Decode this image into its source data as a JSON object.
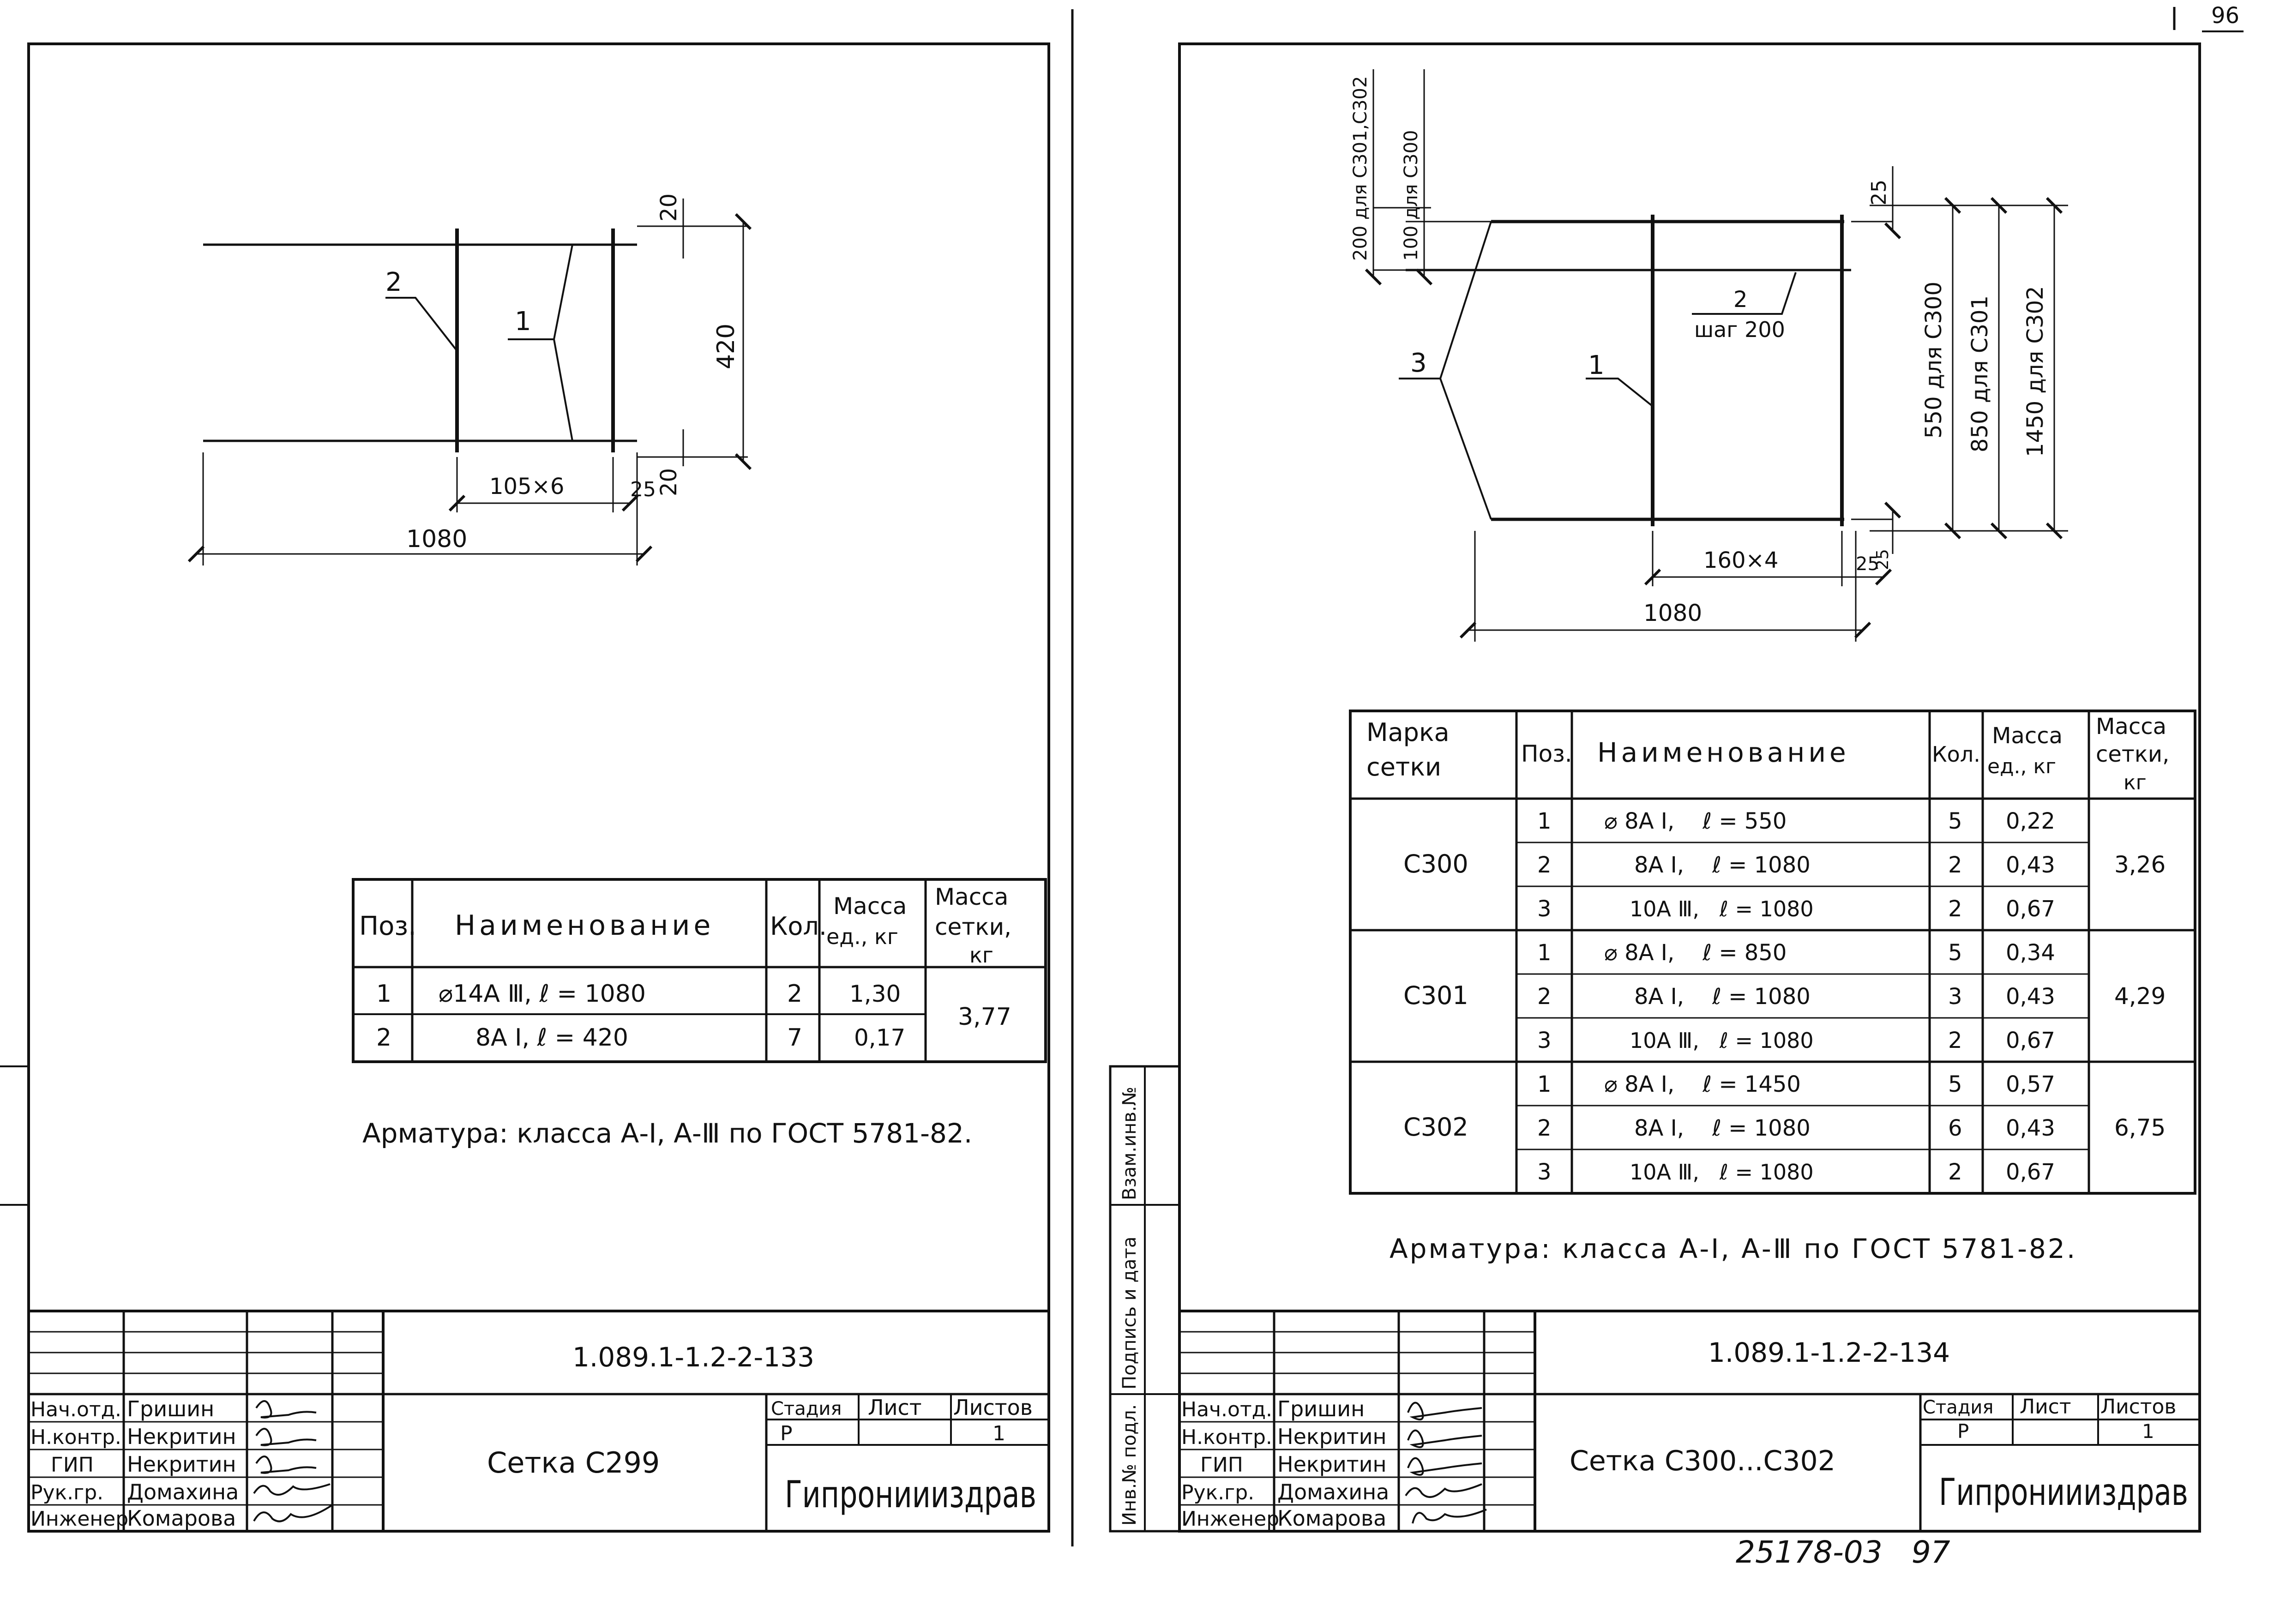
{
  "top_right_number": "96",
  "left_sheet": {
    "drawing": {
      "label_2": "2",
      "label_1": "1",
      "dim_20_top": "20",
      "dim_420": "420",
      "dim_20_bottom": "20",
      "dim_105x6": "105×6",
      "dim_25": "25",
      "dim_1080": "1080"
    },
    "table": {
      "headers": {
        "pos": "Поз.",
        "name": "Наименование",
        "qty": "Кол.",
        "mass_unit": [
          "Масса",
          "ед., кг"
        ],
        "mass_mesh": [
          "Масса",
          "сетки,",
          "кг"
        ]
      },
      "rows": [
        {
          "pos": "1",
          "name": "⌀14А Ⅲ,  ℓ = 1080",
          "qty": "2",
          "mass": "1,30"
        },
        {
          "pos": "2",
          "name": "8А Ⅰ,  ℓ = 420",
          "qty": "7",
          "mass": "0,17"
        }
      ],
      "mesh_mass": "3,77"
    },
    "note": "Арматура: класса А-Ⅰ, А-Ⅲ по ГОСТ 5781-82.",
    "title_block": {
      "doc_number": "1.089.1-1.2-2-133",
      "title": "Сетка С299",
      "org": "Гипрониииздрав",
      "stage_label": "Стадия",
      "sheet_label": "Лист",
      "sheets_label": "Листов",
      "stage": "Р",
      "sheets": "1",
      "roles": [
        {
          "role": "Нач.отд.",
          "name": "Гришин"
        },
        {
          "role": "Н.контр.",
          "name": "Некритин"
        },
        {
          "role": "ГИП",
          "name": "Некритин"
        },
        {
          "role": "Рук.гр.",
          "name": "Домахина"
        },
        {
          "role": "Инженер",
          "name": "Комарова"
        }
      ]
    }
  },
  "right_sheet": {
    "drawing": {
      "dim_200": "200 для С301,С302",
      "dim_100": "100 для С300",
      "dim_25_top": "25",
      "label_2": "2",
      "label_step": "шаг 200",
      "label_3": "3",
      "label_1": "1",
      "dim_550": "550 для С300",
      "dim_850": "850 для С301",
      "dim_1450": "1450 для С302",
      "dim_160x4": "160×4",
      "dim_25a": "25",
      "dim_25b": "25",
      "dim_1080": "1080"
    },
    "table": {
      "headers": {
        "mark": [
          "Марка",
          "сетки"
        ],
        "pos": "Поз.",
        "name": "Наименование",
        "qty": "Кол.",
        "mass_unit": [
          "Масса",
          "ед., кг"
        ],
        "mass_mesh": [
          "Масса",
          "сетки,",
          "кг"
        ]
      },
      "groups": [
        {
          "mark": "С300",
          "mesh_mass": "3,26",
          "rows": [
            {
              "pos": "1",
              "name": "⌀ 8А Ⅰ,    ℓ = 550",
              "qty": "5",
              "mass": "0,22"
            },
            {
              "pos": "2",
              "name": "8А Ⅰ,    ℓ = 1080",
              "qty": "2",
              "mass": "0,43"
            },
            {
              "pos": "3",
              "name": "10А Ⅲ,   ℓ = 1080",
              "qty": "2",
              "mass": "0,67"
            }
          ]
        },
        {
          "mark": "С301",
          "mesh_mass": "4,29",
          "rows": [
            {
              "pos": "1",
              "name": "⌀ 8А Ⅰ,    ℓ = 850",
              "qty": "5",
              "mass": "0,34"
            },
            {
              "pos": "2",
              "name": "8А Ⅰ,    ℓ = 1080",
              "qty": "3",
              "mass": "0,43"
            },
            {
              "pos": "3",
              "name": "10А Ⅲ,   ℓ = 1080",
              "qty": "2",
              "mass": "0,67"
            }
          ]
        },
        {
          "mark": "С302",
          "mesh_mass": "6,75",
          "rows": [
            {
              "pos": "1",
              "name": "⌀ 8А Ⅰ,    ℓ = 1450",
              "qty": "5",
              "mass": "0,57"
            },
            {
              "pos": "2",
              "name": "8А Ⅰ,    ℓ = 1080",
              "qty": "6",
              "mass": "0,43"
            },
            {
              "pos": "3",
              "name": "10А Ⅲ,   ℓ = 1080",
              "qty": "2",
              "mass": "0,67"
            }
          ]
        }
      ]
    },
    "note": "Арматура: класса А-Ⅰ, А-Ⅲ по ГОСТ 5781-82.",
    "side_stamp": {
      "inv_orig": "Инв.№ подл.",
      "sign_date": "Подпись и дата",
      "inv_repl": "Взам.инв.№"
    },
    "title_block": {
      "doc_number": "1.089.1-1.2-2-134",
      "title": "Сетка С300...С302",
      "org": "Гипрониииздрав",
      "stage_label": "Стадия",
      "sheet_label": "Лист",
      "sheets_label": "Листов",
      "stage": "Р",
      "sheets": "1",
      "roles": [
        {
          "role": "Нач.отд.",
          "name": "Гришин"
        },
        {
          "role": "Н.контр.",
          "name": "Некритин"
        },
        {
          "role": "ГИП",
          "name": "Некритин"
        },
        {
          "role": "Рук.гр.",
          "name": "Домахина"
        },
        {
          "role": "Инженер",
          "name": "Комарова"
        }
      ]
    }
  },
  "bottom_code": "25178-03   97"
}
